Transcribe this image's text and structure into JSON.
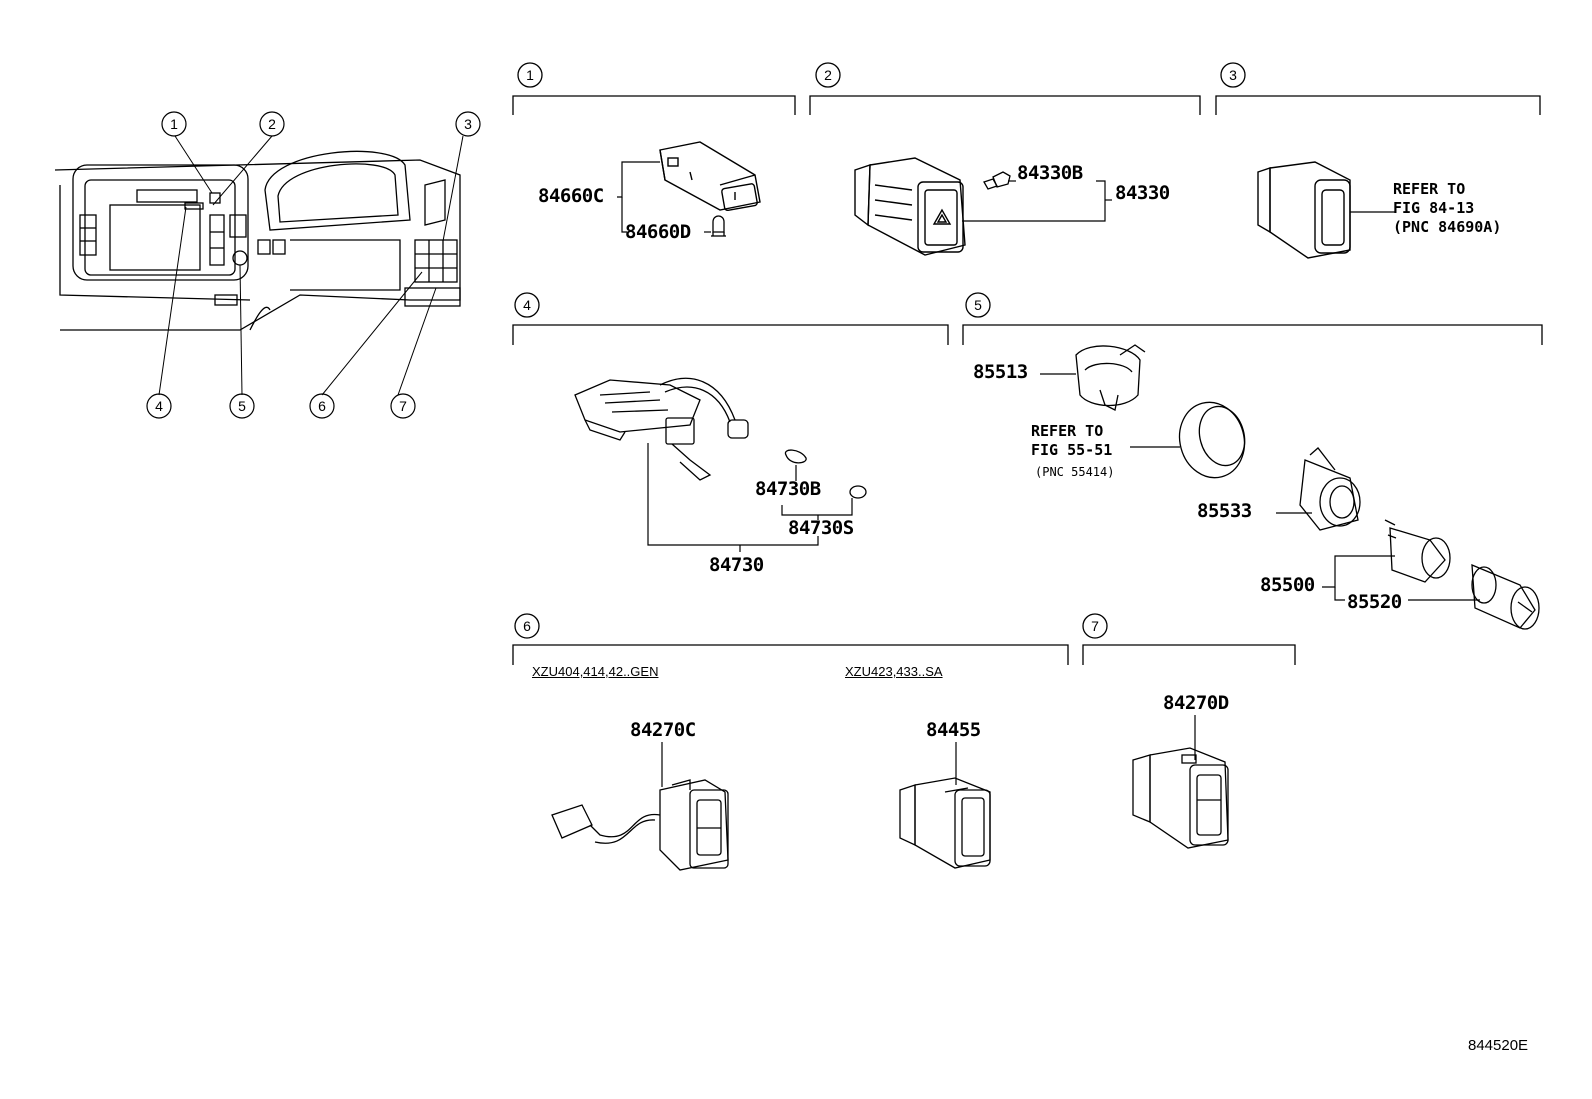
{
  "callouts": [
    "1",
    "2",
    "3",
    "4",
    "5",
    "6",
    "7"
  ],
  "sections": {
    "s1": {
      "num": "1",
      "parts": [
        "84660C",
        "84660D"
      ]
    },
    "s2": {
      "num": "2",
      "parts": [
        "84330B",
        "84330"
      ]
    },
    "s3": {
      "num": "3",
      "refer": [
        "REFER TO",
        "FIG 84-13",
        "(PNC 84690A)"
      ]
    },
    "s4": {
      "num": "4",
      "parts": [
        "84730B",
        "84730S",
        "84730"
      ]
    },
    "s5": {
      "num": "5",
      "parts": [
        "85513",
        "85533",
        "85500",
        "85520"
      ],
      "refer": [
        "REFER TO",
        "FIG 55-51",
        "(PNC 55414)"
      ]
    },
    "s6": {
      "num": "6",
      "conditions": [
        "XZU404,414,42..GEN",
        "XZU423,433..SA"
      ],
      "parts": [
        "84270C",
        "84455"
      ]
    },
    "s7": {
      "num": "7",
      "parts": [
        "84270D"
      ]
    }
  },
  "figure_code": "844520E"
}
